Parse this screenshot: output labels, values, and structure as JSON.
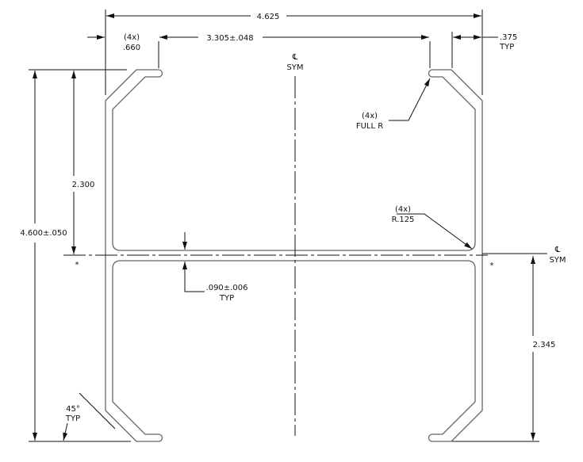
{
  "dimensions": {
    "overall_width": "4.625",
    "flange_count": "(4x)",
    "flange_width": ".660",
    "inner_gap": "3.305±.048",
    "lip_offset": ".375",
    "lip_offset_note": "TYP",
    "overall_height": "4.600±.050",
    "upper_height": "2.300",
    "lower_height": "2.345",
    "thickness": ".090±.006",
    "thickness_note": "TYP",
    "angle": "45°",
    "angle_note": "TYP"
  },
  "notes": {
    "centerline_symbol": "℄",
    "sym": "SYM",
    "full_r_count": "(4x)",
    "full_r": "FULL R",
    "radius_count": "(4x)",
    "radius": "R.125",
    "asterisk": "*"
  }
}
